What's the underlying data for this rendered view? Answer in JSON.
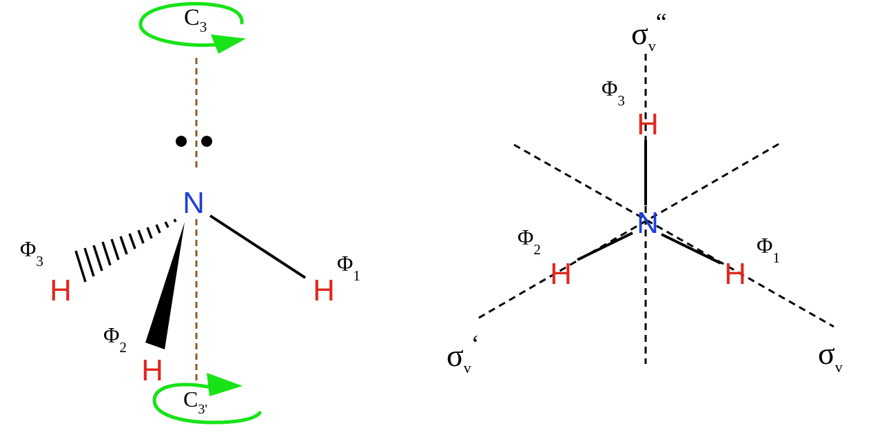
{
  "colors": {
    "nitrogen": "#1d3fd8",
    "hydrogen": "#e0261e",
    "rotation_arrow": "#17e317",
    "c3_axis": "#8b5a2b",
    "line": "#000000"
  },
  "left": {
    "rotation_top": {
      "letter": "C",
      "sub": "3"
    },
    "rotation_bottom": {
      "letter": "C",
      "sub": "3'"
    },
    "nitrogen": "N",
    "h1": {
      "atom": "H",
      "phi": "Φ",
      "sub": "1"
    },
    "h2": {
      "atom": "H",
      "phi": "Φ",
      "sub": "2"
    },
    "h3": {
      "atom": "H",
      "phi": "Φ",
      "sub": "3"
    }
  },
  "right": {
    "nitrogen": "N",
    "h1": {
      "atom": "H",
      "phi": "Φ",
      "sub": "1"
    },
    "h2": {
      "atom": "H",
      "phi": "Φ",
      "sub": "2"
    },
    "h3": {
      "atom": "H",
      "phi": "Φ",
      "sub": "3"
    },
    "sigma_v": {
      "letter": "σ",
      "sub": "v",
      "prime": ""
    },
    "sigma_v1": {
      "letter": "σ",
      "sub": "v",
      "prime": "‘"
    },
    "sigma_v2": {
      "letter": "σ",
      "sub": "v",
      "prime": "“"
    }
  }
}
